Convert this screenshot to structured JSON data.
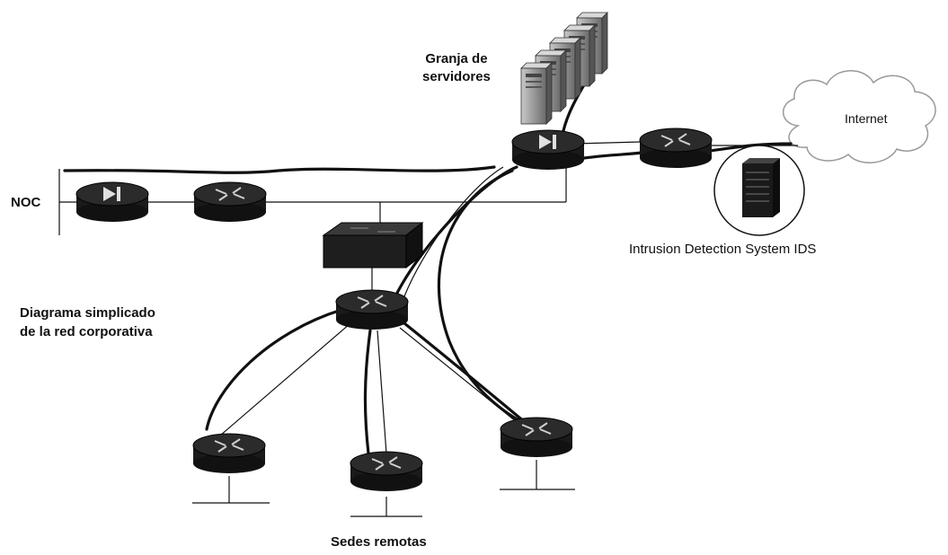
{
  "labels": {
    "server_farm": "Granja de\nservidores",
    "internet": "Internet",
    "noc": "NOC",
    "ids": "Intrusion Detection System IDS",
    "diagram_caption": "Diagrama simplicado\nde la red corporativa",
    "remote_sites": "Sedes remotas"
  },
  "colors": {
    "device_dark": "#1a1a1a",
    "device_light": "#9a9a9a",
    "line": "#111111",
    "cloud_stroke": "#999999"
  },
  "icons": {
    "router": "router-icon",
    "firewall": "firewall-icon",
    "switch": "switch-icon",
    "server": "server-icon",
    "cloud": "cloud-icon"
  }
}
